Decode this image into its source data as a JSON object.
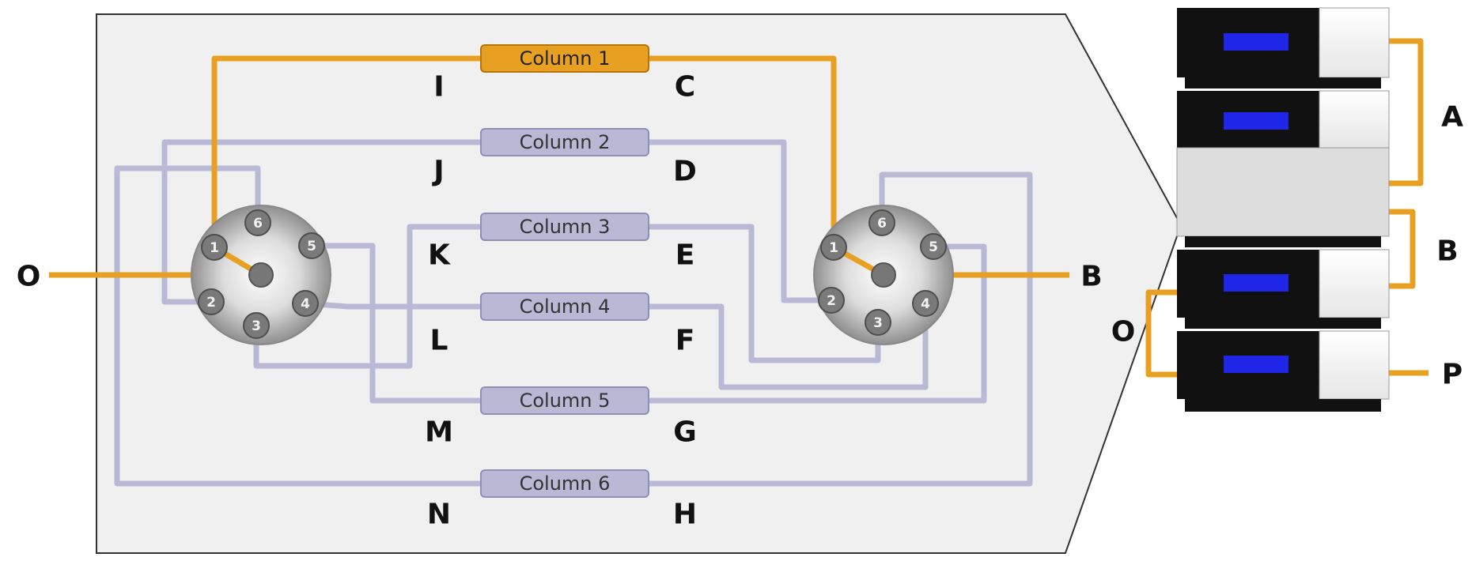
{
  "colors": {
    "active_tube": "#e8a023",
    "inactive_tube": "#b9b9d6",
    "panel_fill": "#f0f0f0",
    "panel_stroke": "#333333",
    "active_column": "#e8a023",
    "inactive_column": "#b9b9d6",
    "module_screen": "#1f26e6"
  },
  "columns": [
    {
      "label": "Column 1",
      "active": true
    },
    {
      "label": "Column 2",
      "active": false
    },
    {
      "label": "Column 3",
      "active": false
    },
    {
      "label": "Column 4",
      "active": false
    },
    {
      "label": "Column 5",
      "active": false
    },
    {
      "label": "Column 6",
      "active": false
    }
  ],
  "left_letters": [
    "I",
    "J",
    "K",
    "L",
    "M",
    "N"
  ],
  "right_letters": [
    "C",
    "D",
    "E",
    "F",
    "G",
    "H"
  ],
  "valve_ports": [
    "1",
    "2",
    "3",
    "4",
    "5",
    "6"
  ],
  "connections": {
    "inlet": "O",
    "outlet": "B",
    "stack_A": "A",
    "stack_B": "B",
    "stack_O": "O",
    "stack_P": "P"
  },
  "stack_modules": 4
}
